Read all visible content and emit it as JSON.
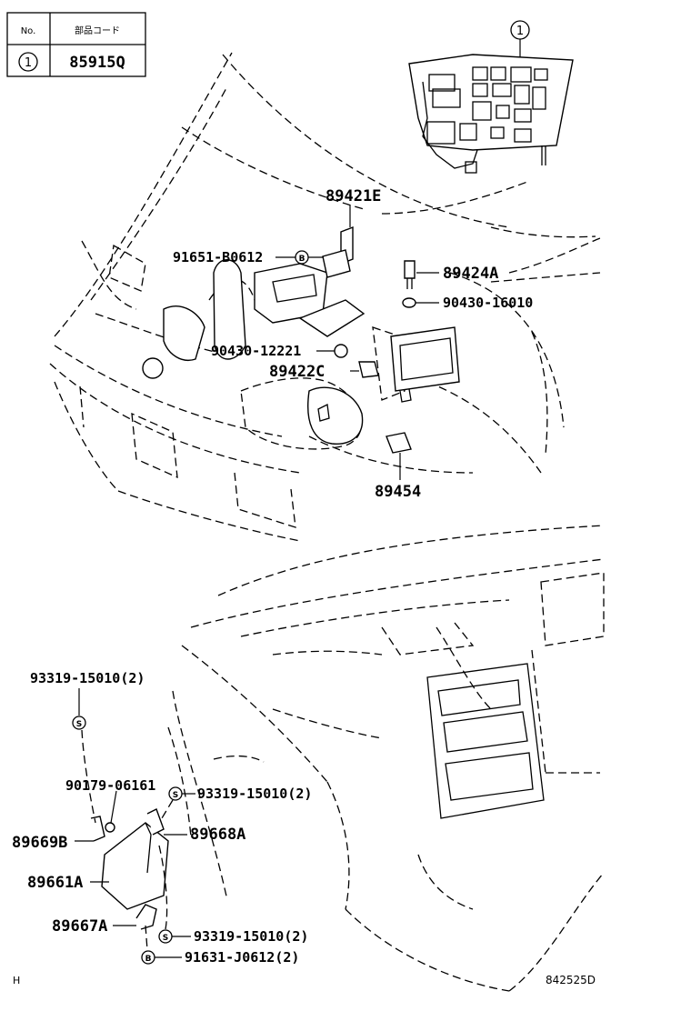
{
  "table": {
    "header_no": "No.",
    "header_code": "部品コード",
    "row_no": "1",
    "row_code": "85915Q"
  },
  "callout_1": "1",
  "symbols": {
    "bolt": "B",
    "screw": "S"
  },
  "labels": {
    "p89421E": "89421E",
    "p91651_B0612": "91651-B0612",
    "p89424A": "89424A",
    "p90430_16010": "90430-16010",
    "p90430_12221": "90430-12221",
    "p89422C": "89422C",
    "p89454": "89454",
    "p93319_top": "93319-15010(2)",
    "p90179_06161": "90179-06161",
    "p93319_mid": "93319-15010(2)",
    "p89669B": "89669B",
    "p89668A": "89668A",
    "p89661A": "89661A",
    "p89667A": "89667A",
    "p93319_bot": "93319-15010(2)",
    "p91631_J0612": "91631-J0612(2)"
  },
  "footer": {
    "left": "H",
    "right": "842525D"
  }
}
